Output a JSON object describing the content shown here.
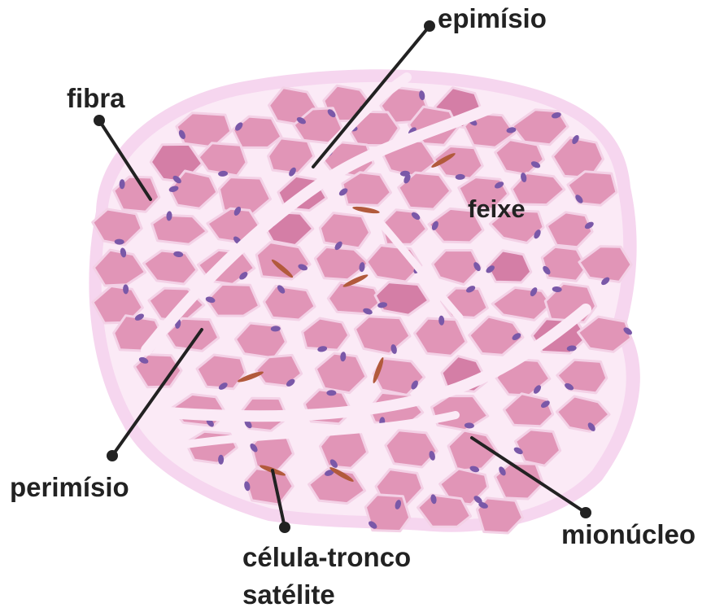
{
  "labels": {
    "epimisio": "epimísio",
    "fibra": "fibra",
    "feixe": "feixe",
    "perimisio": "perimísio",
    "mionucleo": "mionúcleo",
    "celula_line1": "célula-tronco",
    "celula_line2": "satélite"
  },
  "colors": {
    "background": "#ffffff",
    "epimysium_glow": "#f6d6ef",
    "perimysium_band": "#fbeaf6",
    "fiber_fill": "#e195b7",
    "fiber_fill_dark": "#d47ea6",
    "fiber_stroke": "#f3d1e6",
    "nucleus": "#7a58a8",
    "satellite_cell": "#b25a3c",
    "text": "#222222",
    "leader_line": "#222222"
  }
}
